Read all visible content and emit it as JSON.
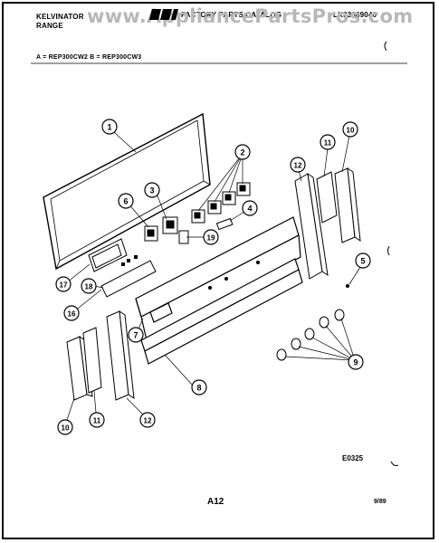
{
  "header": {
    "brand_line1": "KELVINATOR",
    "brand_line2": "RANGE",
    "catalog_title": "FACTORY PARTS CATALOG",
    "catalog_number": "LK33089040",
    "models": "A = REP300CW2    B = REP300CW3"
  },
  "watermark": "www.AppliancePartsPros.com",
  "callouts": [
    "1",
    "3",
    "6",
    "2",
    "4",
    "19",
    "17",
    "18",
    "16",
    "7",
    "8",
    "5",
    "9",
    "12",
    "11",
    "10",
    "12",
    "11",
    "10"
  ],
  "footer": {
    "figure_code": "E0325",
    "page": "A12",
    "date": "9/89"
  }
}
